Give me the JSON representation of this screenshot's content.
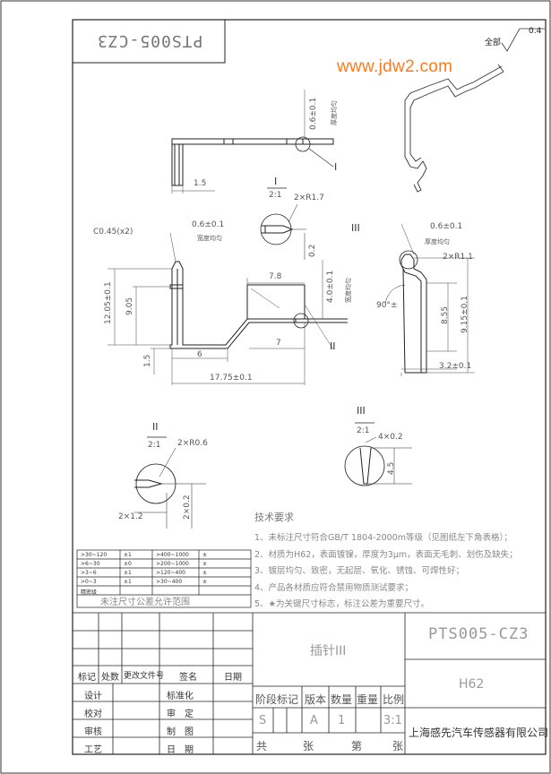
{
  "watermark": {
    "url": "www.jdw2.com"
  },
  "drawing_number_stamp": "PTS005-CZ3",
  "surface_finish": {
    "label": "全部",
    "value": "0.4"
  },
  "views": {
    "top_thickness": "0.6±0.1",
    "top_note": "厚度均匀",
    "top_label": "I",
    "top_dim": "1.5",
    "detail_I": {
      "title": "I",
      "scale": "2:1",
      "radius": "2×R1.7",
      "dim": "0.2"
    },
    "main": {
      "chamfer": "C0.45(x2)",
      "width": "0.6±0.1",
      "width_note": "宽度均匀",
      "height1": "12.05±0.1",
      "height2": "9.05",
      "foot": "1.5",
      "seg1": "6",
      "seg2": "7",
      "top": "7.8",
      "overall": "17.75±0.1",
      "right_h": "4.0±0.1",
      "right_note": "宽度均匀",
      "label_II": "II"
    },
    "detail_III_view": {
      "title": "III",
      "thickness": "0.6±0.1",
      "thickness_note": "厚度均匀",
      "radius": "2×R1.1",
      "angle": "90°±",
      "h1": "8.55",
      "h2": "9.15±0.1",
      "w": "3.2±0.1"
    },
    "detail_II": {
      "title": "II",
      "scale": "2:1",
      "radius": "2×R0.6",
      "w": "2×1.2",
      "h": "2×0.2"
    },
    "detail_III": {
      "title": "III",
      "scale": "2:1",
      "w": "4×0.2",
      "h": "4.5"
    }
  },
  "tolerance_table": {
    "rows": [
      [
        ">30~120",
        "±1",
        ">400~1000",
        "±"
      ],
      [
        ">6~30",
        "±0",
        ">200~1000",
        "±"
      ],
      [
        ">3~6",
        "±1",
        ">120~400",
        "±"
      ],
      [
        ">0~3",
        "±1",
        ">30~400",
        "±"
      ],
      [
        "精密级",
        "",
        "",
        ""
      ]
    ],
    "caption": "未注尺寸公差允许范围"
  },
  "tech_requirements": {
    "title": "技术要求",
    "items": [
      "1、未标注尺寸符合GB/T 1804-2000m等级（见图纸左下角表格）；",
      "2、材质为H62，表面镀镍，厚度为3μm，表面无毛刺、划伤及缺失；",
      "3、镀层均匀、致密，无起层、氧化、锈蚀、可焊性好；",
      "4、产品各材质应符合禁用物质测试要求；",
      "5、★为关键尺寸标志，标注公差为重要尺寸。"
    ]
  },
  "title_block": {
    "part_name": "插针III",
    "drawing_no": "PTS005-CZ3",
    "material": "H62",
    "company": "上海感先汽车传感器有限公司",
    "rev_headers": [
      "标记",
      "处数",
      "更改文件号",
      "签名",
      "日期"
    ],
    "left_labels": [
      "设计",
      "校对",
      "审核",
      "工艺"
    ],
    "mid_labels": [
      "标准化",
      "审　定",
      "制　图",
      "日　期"
    ],
    "stage_headers": [
      "阶段标记",
      "版本",
      "数量",
      "重量",
      "比例"
    ],
    "stage_values": [
      "S",
      "A",
      "1",
      "3:1"
    ],
    "sheet": [
      "共",
      "张",
      "第",
      "张"
    ]
  }
}
